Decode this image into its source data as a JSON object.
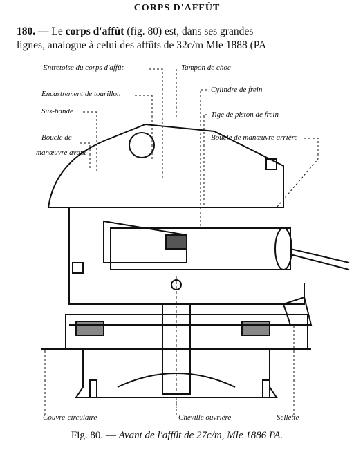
{
  "header": "CORPS D'AFFÛT",
  "paragraph": {
    "number": "180.",
    "dash": " — Le ",
    "term": "corps d'affût",
    "rest_line1": " (fig. 80) est, dans ses grandes",
    "line2": "lignes, analogue à celui des affûts de 32c/m Mle 1888 (PA"
  },
  "labels": {
    "entretoise": "Entretoise du corps d'affût",
    "encastrement": "Encastrement de tourillon",
    "sous_bande": "Sus-bande",
    "boucle_avant_1": "Boucle de",
    "boucle_avant_2": "manœuvre avant",
    "tampon": "Tampon de choc",
    "cylindre": "Cylindre de frein",
    "tige": "Tige de piston de frein",
    "boucle_arriere": "Boucle de manœuvre arrière",
    "couvre": "Couvre-circulaire",
    "cheville": "Cheville ouvrière",
    "sellette": "Sellette"
  },
  "caption": {
    "prefix": "Fig. 80. — ",
    "italic": "Avant de l'affût de 27c/m, Mle 1886 PA."
  }
}
